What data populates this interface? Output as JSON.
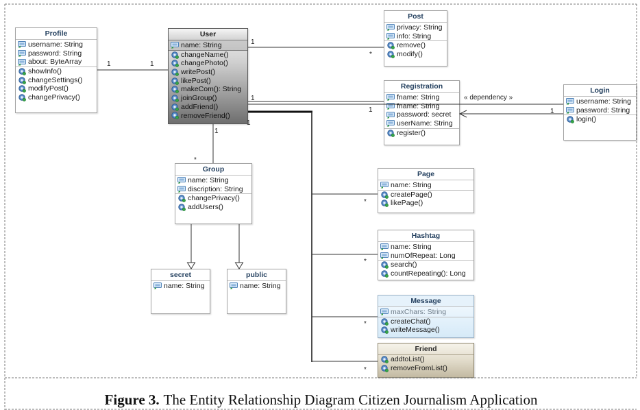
{
  "classes": {
    "profile": {
      "name": "Profile",
      "attributes": [
        "username: String",
        "password: String",
        "about: ByteArray"
      ],
      "operations": [
        "showInfo()",
        "changeSettings()",
        "modifyPost()",
        "changePrivacy()"
      ]
    },
    "user": {
      "name": "User",
      "attributes": [
        "name: String"
      ],
      "operations": [
        "changeName()",
        "changePhoto()",
        "writePost()",
        "likePost()",
        "makeCom(): String",
        "joinGroup()",
        "addFriend()",
        "removeFriend()"
      ]
    },
    "post": {
      "name": "Post",
      "attributes": [
        "privacy: String",
        "info: String"
      ],
      "operations": [
        "remove()",
        "modify()"
      ]
    },
    "registration": {
      "name": "Registration",
      "attributes": [
        "fname: String",
        "fname: String",
        "password: secret",
        "userName: String"
      ],
      "operations": [
        "register()"
      ]
    },
    "login": {
      "name": "Login",
      "attributes": [
        "username: String",
        "password: String"
      ],
      "operations": [
        "login()"
      ]
    },
    "group": {
      "name": "Group",
      "attributes": [
        "name: String",
        "discription: String"
      ],
      "operations": [
        "changePrivacy()",
        "addUsers()"
      ]
    },
    "secret": {
      "name": "secret",
      "attributes": [
        "name: String"
      ],
      "operations": []
    },
    "public": {
      "name": "public",
      "attributes": [
        "name: String"
      ],
      "operations": []
    },
    "page": {
      "name": "Page",
      "attributes": [
        "name: String"
      ],
      "operations": [
        "createPage()",
        "likePage()"
      ]
    },
    "hashtag": {
      "name": "Hashtag",
      "attributes": [
        "name: String",
        "numOfRepeat: Long"
      ],
      "operations": [
        "search()",
        "countRepeating(): Long"
      ]
    },
    "message": {
      "name": "Message",
      "attributes": [
        "maxChars: String"
      ],
      "operations": [
        "createChat()",
        "writeMessage()"
      ]
    },
    "friend": {
      "name": "Friend",
      "attributes": [],
      "operations": [
        "addtoList()",
        "removeFromList()"
      ]
    }
  },
  "associations": {
    "profile_user": {
      "profile_end": "1",
      "user_end": "1"
    },
    "user_post": {
      "user_end": "1",
      "post_end": "*"
    },
    "user_registration": {
      "user_end": "1",
      "registration_end": "1"
    },
    "login_registration": {
      "label": "« dependency »",
      "login_end": "1"
    },
    "user_group": {
      "user_end": "1",
      "group_end": "*"
    },
    "user_members": {
      "user_end": "1",
      "page_end": "*",
      "hashtag_end": "*",
      "message_end": "*",
      "friend_end": "*"
    }
  },
  "icons": {
    "attribute": "field-icon",
    "operation": "method-icon"
  },
  "colors": {
    "class_title": "#24405f",
    "connector": "#333333"
  },
  "caption": {
    "label": "Figure 3.",
    "text": "The Entity Relationship Diagram Citizen Journalism Application"
  }
}
